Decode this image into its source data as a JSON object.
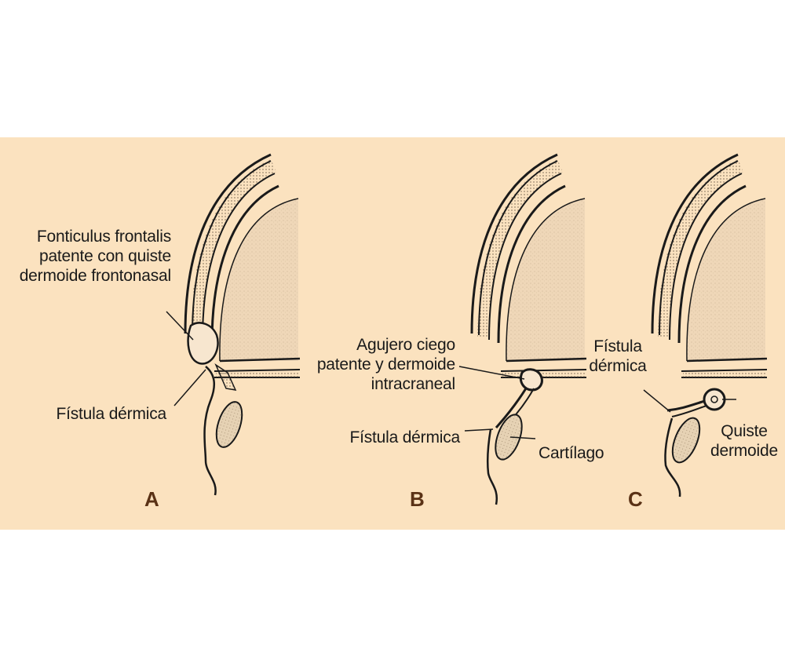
{
  "colors": {
    "background": "#fbe2bf",
    "ink": "#1a1a1a",
    "brain": "#efd7b8",
    "panel_letter": "#5a3216"
  },
  "panels": [
    {
      "letter": "A",
      "labels": {
        "cyst": "Fonticulus frontalis\npatente con quiste\ndermoide frontonasal",
        "fistula": "Fístula dérmica"
      }
    },
    {
      "letter": "B",
      "labels": {
        "cyst": "Agujero ciego\npatente y dermoide\nintracraneal",
        "fistula": "Fístula dérmica",
        "cartilage": "Cartílago"
      }
    },
    {
      "letter": "C",
      "labels": {
        "fistula": "Fístula\ndérmica",
        "cyst": "Quiste\ndermoide"
      }
    }
  ]
}
